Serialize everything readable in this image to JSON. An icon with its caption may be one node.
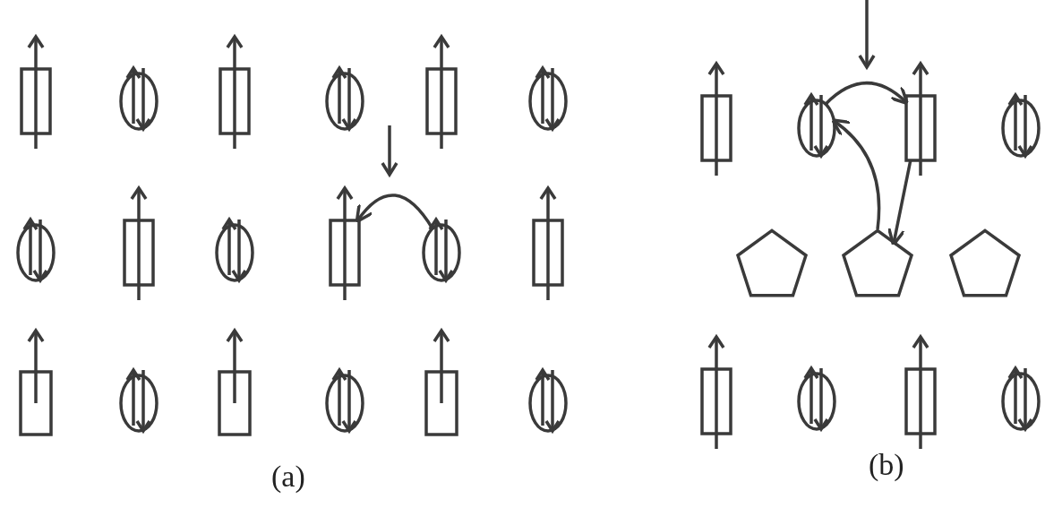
{
  "diagram": {
    "nodes": [
      {
        "text": [],
        "shape": "box"
      },
      {
        "text": [],
        "shape": "ellipse"
      },
      {
        "text": [],
        "shape": "box"
      },
      {
        "text": [],
        "shape": "ellipse"
      },
      {
        "text": [],
        "shape": "box"
      },
      {
        "text": [],
        "shape": "ellipse"
      },
      {
        "text": [],
        "shape": "ellipse"
      },
      {
        "text": [],
        "shape": "box"
      },
      {
        "text": [],
        "shape": "ellipse"
      },
      {
        "text": [],
        "shape": "box"
      },
      {
        "text": [],
        "shape": "ellipse"
      },
      {
        "text": [],
        "shape": "box"
      },
      {
        "text": [],
        "shape": "box"
      },
      {
        "text": [],
        "shape": "ellipse"
      },
      {
        "text": [],
        "shape": "box"
      },
      {
        "text": [],
        "shape": "ellipse"
      },
      {
        "text": [],
        "shape": "box"
      },
      {
        "text": [],
        "shape": "ellipse"
      },
      {
        "text": [],
        "shape": "box"
      },
      {
        "text": [],
        "shape": "ellipse"
      },
      {
        "text": [],
        "shape": "box"
      },
      {
        "text": [],
        "shape": "ellipse"
      },
      {
        "text": [],
        "shape": "pentagon"
      },
      {
        "text": [],
        "shape": "pentagon"
      },
      {
        "text": [],
        "shape": "pentagon"
      },
      {
        "text": [],
        "shape": "box"
      },
      {
        "text": [],
        "shape": "ellipse"
      },
      {
        "text": [],
        "shape": "box"
      },
      {
        "text": [],
        "shape": "ellipse"
      }
    ],
    "edges": [
      {
        "from": 10,
        "to": 9,
        "arrow": "to"
      },
      {
        "from": 19,
        "to": 20,
        "arrow": "to"
      },
      {
        "from": 23,
        "to": 19,
        "arrow": "to"
      },
      {
        "from": 20,
        "to": 23,
        "arrow": "to"
      }
    ],
    "labels": [
      "(a)",
      "(b)"
    ]
  }
}
